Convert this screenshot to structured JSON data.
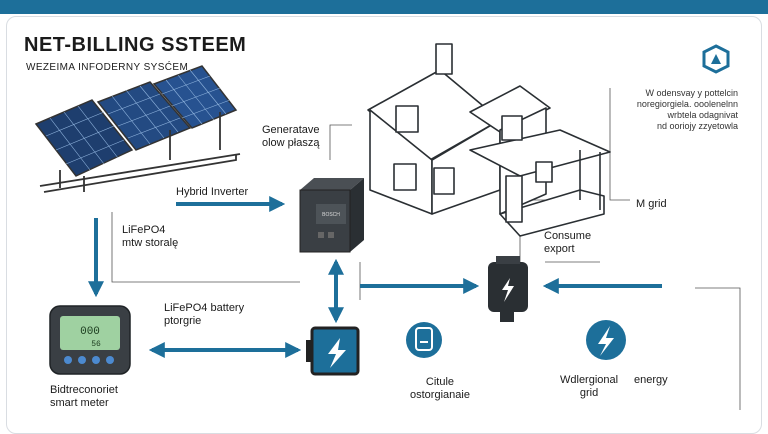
{
  "title": "NET-BILLING SSTEEM",
  "subtitle": "WEZEIMA INFODERNY SYSĆEM",
  "colors": {
    "accent": "#1d6f9a",
    "frame": "#d9dde2",
    "dark": "#2a2f33",
    "screen": "#9fd1a1"
  },
  "side_note": "W odensvay y pottelcin\nnoregiorgiela. ooolenelnn\nwrbtela odagnivat\nnd ooriojy zzyetowla",
  "labels": {
    "generator": "Generatave\nolow płaszą",
    "hybrid_inverter": "Hybrid Inverter",
    "storage": "LiFePO4\nmtw storalę",
    "grid": "M grid",
    "consume_export": "Consume\nexport",
    "battery": "LiFePO4 battery\nptorgrie",
    "smart_meter": "Bidtreconoriet\nsmart meter",
    "citule": "Citule\nostorgianaie",
    "grid_energy_left": "Wdlergional\ngrid",
    "grid_energy_right": "energy"
  },
  "icons": {
    "logo": "shield-logo-icon",
    "solar": "solar-panel-icon",
    "house": "house-icon",
    "inverter": "inverter-icon",
    "meter": "smart-meter-icon",
    "battery": "battery-bolt-icon",
    "plug": "plug-bolt-icon",
    "phone": "device-icon",
    "bolt": "bolt-circle-icon"
  },
  "inverter_text": "BOSCH\n······\n····"
}
